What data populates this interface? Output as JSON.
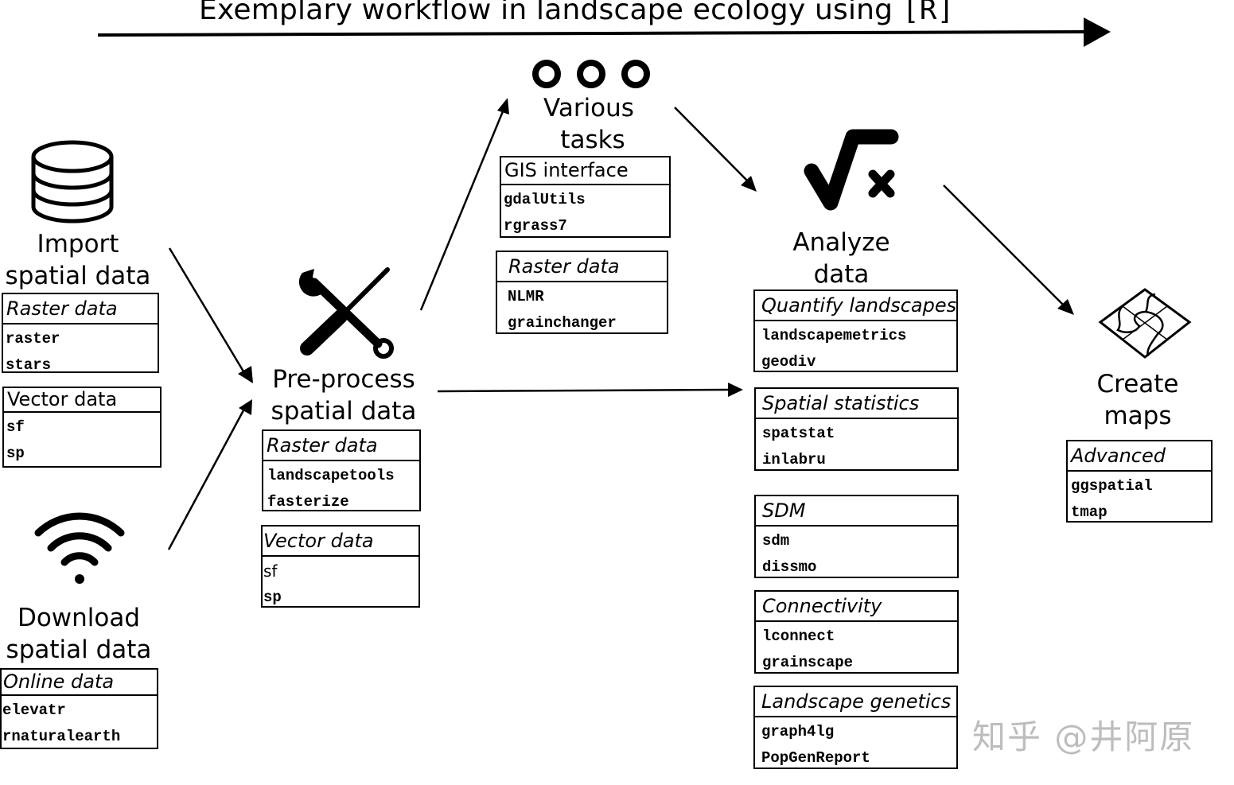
{
  "title": {
    "text": "Exemplary workflow in landscape ecology using",
    "r_tag": "[R]"
  },
  "stages": {
    "import": {
      "icon": "database-icon",
      "label_line1": "Import",
      "label_line2": "spatial data",
      "boxes": [
        {
          "header": "Raster data",
          "italic": true,
          "packages": [
            "raster",
            "stars"
          ]
        },
        {
          "header": "Vector data",
          "italic": false,
          "packages": [
            "sf",
            "sp"
          ]
        }
      ]
    },
    "download": {
      "icon": "wifi-icon",
      "label_line1": "Download",
      "label_line2": "spatial data",
      "boxes": [
        {
          "header": "Online data",
          "italic": true,
          "packages": [
            "elevatr",
            "rnaturalearth"
          ]
        }
      ]
    },
    "preprocess": {
      "icon": "tools-icon",
      "label_line1": "Pre-process",
      "label_line2": "spatial data",
      "boxes": [
        {
          "header": "Raster data",
          "italic": true,
          "packages": [
            "landscapetools",
            "fasterize"
          ]
        },
        {
          "header": "Vector data",
          "italic": true,
          "packages": [
            "sf",
            "sp"
          ]
        }
      ]
    },
    "various": {
      "icon": "three-circles-icon",
      "label_line1": "Various",
      "label_line2": "tasks",
      "boxes": [
        {
          "header": "GIS interface",
          "italic": false,
          "packages": [
            "gdalUtils",
            "rgrass7"
          ]
        },
        {
          "header": "Raster data",
          "italic": true,
          "packages": [
            "NLMR",
            "grainchanger"
          ]
        }
      ]
    },
    "analyze": {
      "icon": "square-root-x-icon",
      "label_line1": "Analyze",
      "label_line2": "data",
      "boxes": [
        {
          "header": "Quantify landscapes",
          "italic": true,
          "packages": [
            "landscapemetrics",
            "geodiv"
          ]
        },
        {
          "header": "Spatial statistics",
          "italic": true,
          "packages": [
            "spatstat",
            "inlabru"
          ]
        },
        {
          "header": "SDM",
          "italic": true,
          "packages": [
            "sdm",
            "dissmo"
          ]
        },
        {
          "header": "Connectivity",
          "italic": true,
          "packages": [
            "lconnect",
            "grainscape"
          ]
        },
        {
          "header": "Landscape genetics",
          "italic": true,
          "packages": [
            "graph4lg",
            "PopGenReport"
          ]
        }
      ]
    },
    "maps": {
      "icon": "map-icon",
      "label_line1": "Create",
      "label_line2": "maps",
      "boxes": [
        {
          "header": "Advanced",
          "italic": true,
          "packages": [
            "ggspatial",
            "tmap"
          ]
        }
      ]
    }
  },
  "watermark": "知乎 @井阿原"
}
